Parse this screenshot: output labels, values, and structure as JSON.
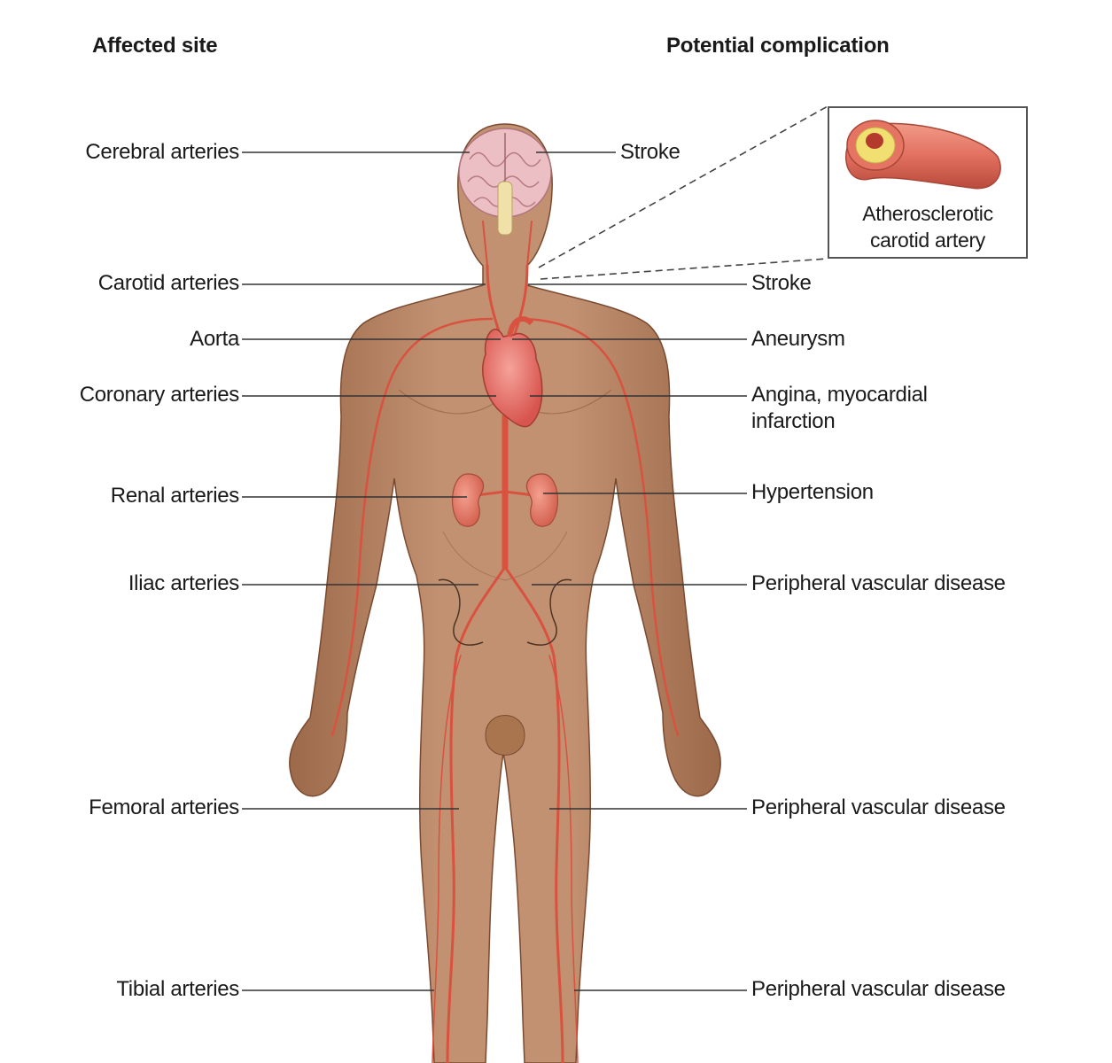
{
  "headers": {
    "left": "Affected site",
    "right": "Potential complication"
  },
  "sites": [
    {
      "site": "Cerebral arteries",
      "complication": "Stroke"
    },
    {
      "site": "Carotid arteries",
      "complication": "Stroke"
    },
    {
      "site": "Aorta",
      "complication": "Aneurysm"
    },
    {
      "site": "Coronary arteries",
      "complication_line1": "Angina, myocardial",
      "complication_line2": "infarction"
    },
    {
      "site": "Renal arteries",
      "complication": "Hypertension"
    },
    {
      "site": "Iliac arteries",
      "complication": "Peripheral vascular disease"
    },
    {
      "site": "Femoral arteries",
      "complication": "Peripheral vascular disease"
    },
    {
      "site": "Tibial arteries",
      "complication": "Peripheral vascular disease"
    }
  ],
  "inset": {
    "caption_line1": "Atherosclerotic",
    "caption_line2": "carotid artery"
  },
  "colors": {
    "skin": "#b98460",
    "skin_dark": "#8a5a3c",
    "artery": "#d9523f",
    "organ": "#e8706a",
    "brain": "#e9b6bd",
    "plaque": "#f2e27a",
    "leader_line": "#333333"
  }
}
